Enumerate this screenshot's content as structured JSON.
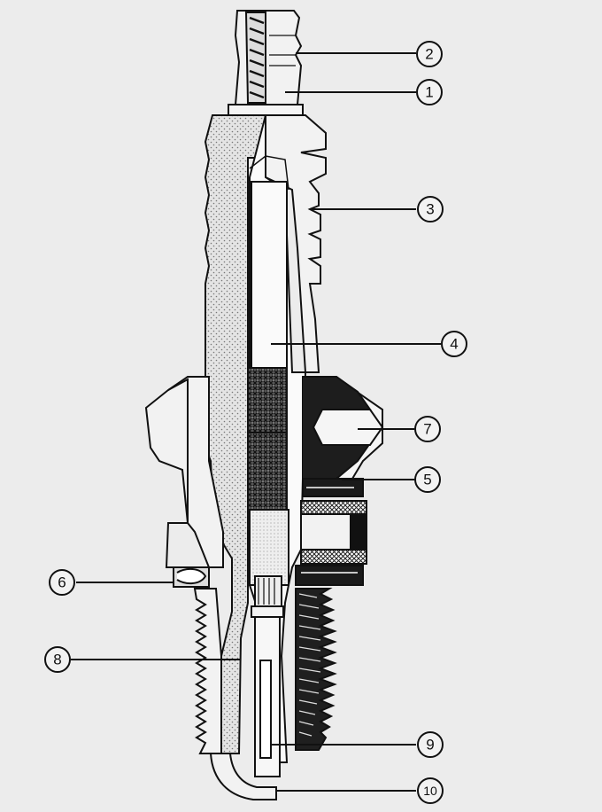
{
  "diagram": {
    "colors": {
      "background": "#ececec",
      "ink": "#111111",
      "insulator": "#dcdcdc",
      "metal": "#f2f2f2",
      "dark": "#1a1a1a"
    },
    "callouts": [
      {
        "id": "c1",
        "label": "1"
      },
      {
        "id": "c2",
        "label": "2"
      },
      {
        "id": "c3",
        "label": "3"
      },
      {
        "id": "c4",
        "label": "4"
      },
      {
        "id": "c5",
        "label": "5"
      },
      {
        "id": "c6",
        "label": "6"
      },
      {
        "id": "c7",
        "label": "7"
      },
      {
        "id": "c8",
        "label": "8"
      },
      {
        "id": "c9",
        "label": "9"
      },
      {
        "id": "c10",
        "label": "10"
      }
    ]
  }
}
